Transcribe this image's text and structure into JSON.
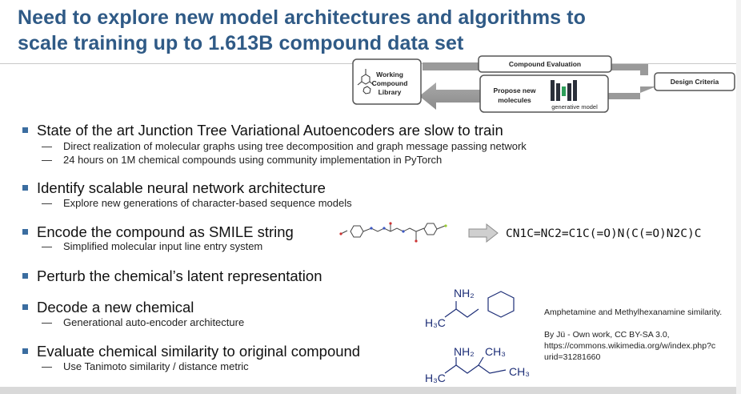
{
  "slide": {
    "title_line1": "Need to explore new model architectures and algorithms to",
    "title_line2": "scale training up to 1.613B compound data set"
  },
  "diagram": {
    "library_label_1": "Working",
    "library_label_2": "Compound",
    "library_label_3": "Library",
    "evaluation_label": "Compound Evaluation",
    "criteria_label": "Design Criteria",
    "propose_label_1": "Propose new",
    "propose_label_2": "molecules",
    "model_label": "generative model"
  },
  "bullets": [
    {
      "text": "State of the art Junction Tree Variational Autoencoders are slow to train",
      "subs": [
        "Direct realization of molecular graphs using tree decomposition and graph message passing network",
        "24 hours on 1M chemical compounds using community implementation in PyTorch"
      ]
    },
    {
      "text": "Identify scalable neural network architecture",
      "subs": [
        "Explore new generations of character-based sequence models"
      ]
    },
    {
      "text": "Encode the compound as SMILE string",
      "subs": [
        "Simplified molecular input line entry system"
      ]
    },
    {
      "text": "Perturb the chemical’s latent representation",
      "subs": []
    },
    {
      "text": "Decode a new chemical",
      "subs": [
        "Generational auto-encoder architecture"
      ]
    },
    {
      "text": "Evaluate chemical similarity to original compound",
      "subs": [
        "Use Tanimoto similarity / distance metric"
      ]
    }
  ],
  "smiles_string": "CN1C=NC2=C1C(=O)N(C(=O)N2C)C",
  "citation": {
    "line1": "Amphetamine and Methylhexanamine similarity.",
    "line2": "By Jü - Own work, CC BY-SA 3.0,",
    "line3": "https://commons.wikimedia.org/w/index.php?c",
    "line4": "urid=31281660"
  },
  "chem_labels": {
    "amph_nh2": "NH₂",
    "amph_h3c": "H₃C",
    "hex_nh2": "NH₂",
    "hex_ch3_top": "CH₃",
    "hex_h3c": "H₃C",
    "hex_ch3_right": "CH₃"
  },
  "colors": {
    "title": "#2f5a86",
    "bullet": "#3b6da0",
    "chem": "#1d2e77",
    "model_bars": "#2a2f3a",
    "model_accent": "#2e9f5a"
  }
}
